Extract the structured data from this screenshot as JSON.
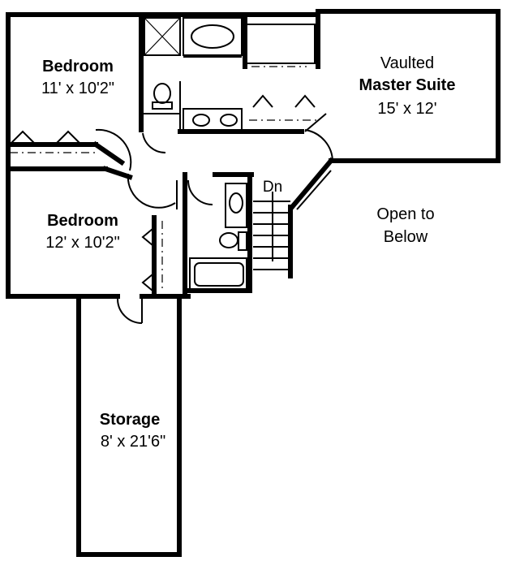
{
  "rooms": {
    "bedroom_1": {
      "name": "Bedroom",
      "size": "11' x 10'2\""
    },
    "bedroom_2": {
      "name": "Bedroom",
      "size": "12' x 10'2\""
    },
    "master": {
      "prefix": "Vaulted",
      "name": "Master Suite",
      "size": "15' x 12'"
    },
    "storage": {
      "name": "Storage",
      "size": "8' x 21'6\""
    }
  },
  "labels": {
    "stairs_down": "Dn",
    "open_line1": "Open to",
    "open_line2": "Below"
  }
}
